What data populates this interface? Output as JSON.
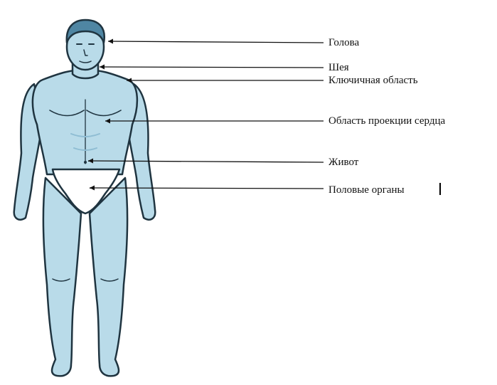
{
  "colors": {
    "skin": "#b9dbe9",
    "skin_shadow": "#8fbdd3",
    "hair": "#4f86a3",
    "outline": "#1f3440",
    "underwear": "#ffffff",
    "leader_line": "#111111"
  },
  "figure": {
    "icon": "human-body-front-icon"
  },
  "labels": [
    {
      "id": "head",
      "text": "Голова"
    },
    {
      "id": "neck",
      "text": "Шея"
    },
    {
      "id": "clavicle",
      "text": "Ключичная область"
    },
    {
      "id": "heart",
      "text": "Область проекции сердца"
    },
    {
      "id": "abdomen",
      "text": "Живот"
    },
    {
      "id": "genitals",
      "text": "Половые органы"
    }
  ]
}
